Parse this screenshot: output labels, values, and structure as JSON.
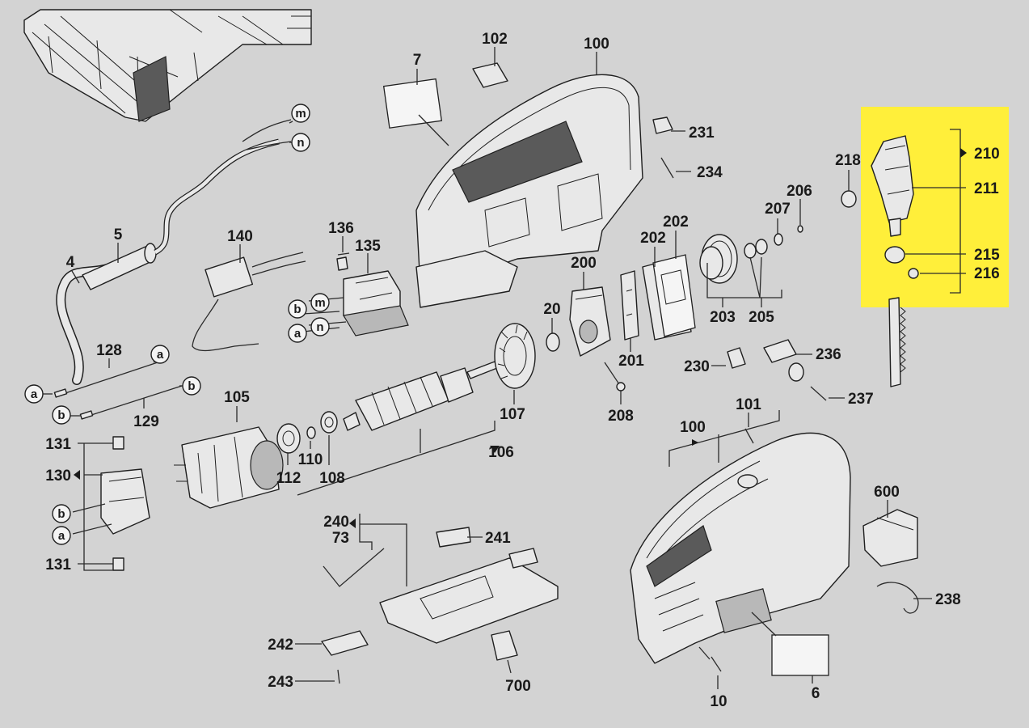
{
  "highlight_color": "#ffef3a",
  "background_color": "#d3d3d3",
  "parts": [
    "7",
    "102",
    "100",
    "231",
    "234",
    "218",
    "206",
    "207",
    "202",
    "202",
    "203",
    "205",
    "210",
    "211",
    "215",
    "216",
    "5",
    "4",
    "140",
    "136",
    "135",
    "200",
    "20",
    "201",
    "208",
    "230",
    "236",
    "237",
    "128",
    "129",
    "105",
    "112",
    "110",
    "108",
    "107",
    "106",
    "101",
    "100",
    "600",
    "238",
    "131",
    "130",
    "131",
    "240",
    "73",
    "241",
    "242",
    "243",
    "700",
    "10",
    "6"
  ],
  "letters": [
    "m",
    "n",
    "b",
    "m",
    "a",
    "n",
    "a",
    "a",
    "b",
    "b",
    "b",
    "a"
  ]
}
